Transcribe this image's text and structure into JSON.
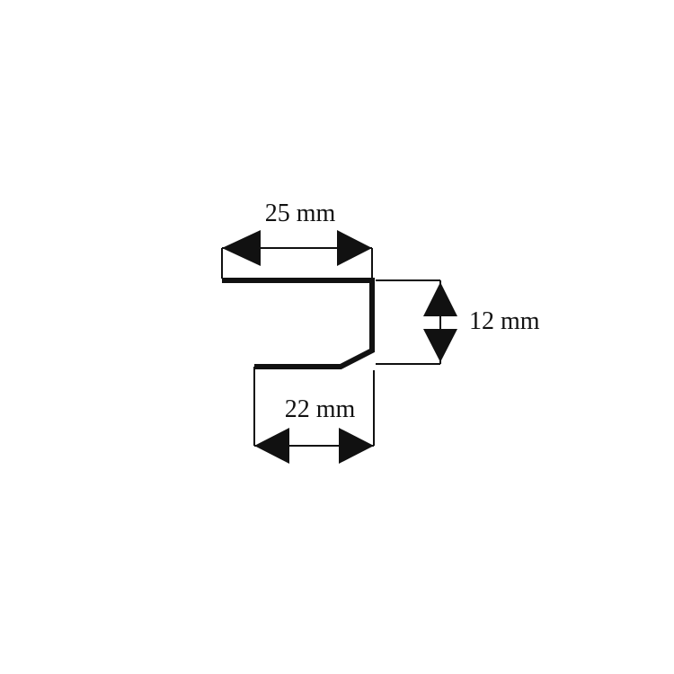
{
  "colors": {
    "line": "#111111",
    "background": "#ffffff"
  },
  "dimensions": {
    "top_width": "25 mm",
    "height": "12 mm",
    "bottom_width": "22 mm"
  }
}
